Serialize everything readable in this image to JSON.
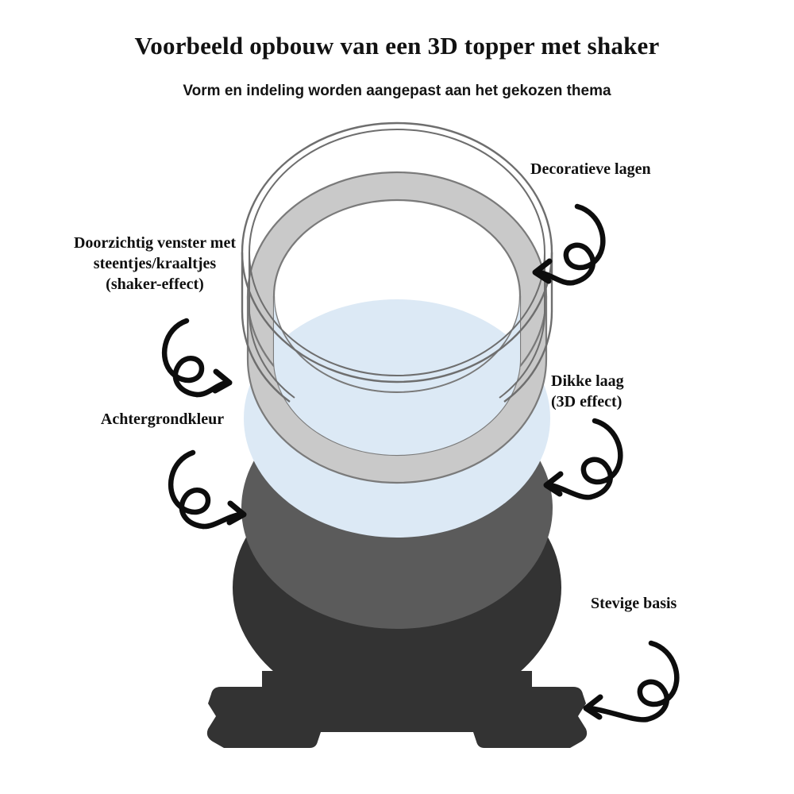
{
  "header": {
    "title": "Voorbeeld opbouw van een 3D topper met shaker",
    "subtitle": "Vorm en indeling worden aangepast aan het gekozen thema"
  },
  "annotations": {
    "window": "Doorzichtig venster met\nsteentjes/kraaltjes\n(shaker-effect)",
    "background": "Achtergrondkleur",
    "decorative": "Decoratieve lagen",
    "thick": "Dikke laag\n(3D effect)",
    "base": "Stevige basis"
  },
  "diagram": {
    "type": "layered-stack",
    "layers": [
      {
        "name": "transparent-window-ring",
        "label": "Doorzichtig venster met steentjes/kraaltjes (shaker-effect)",
        "fill": "#ffffff",
        "stroke": "#6e6e6e"
      },
      {
        "name": "decorative-ring",
        "label": "Decoratieve lagen",
        "fill": "#c9c9c9",
        "stroke": "#7a7a7a"
      },
      {
        "name": "background-disc",
        "label": "Achtergrondkleur",
        "fill": "#dce9f5",
        "stroke": "none"
      },
      {
        "name": "thick-3d-layer",
        "label": "Dikke laag (3D effect)",
        "fill": "#5b5b5b",
        "stroke": "none"
      },
      {
        "name": "sturdy-base",
        "label": "Stevige basis",
        "fill": "#333333",
        "stroke": "none"
      }
    ],
    "colors": {
      "background": "#ffffff",
      "light_blue": "#dce9f5",
      "light_gray": "#c9c9c9",
      "mid_gray": "#5b5b5b",
      "dark_gray": "#333333",
      "outline": "#6e6e6e",
      "ink": "#111111"
    }
  }
}
